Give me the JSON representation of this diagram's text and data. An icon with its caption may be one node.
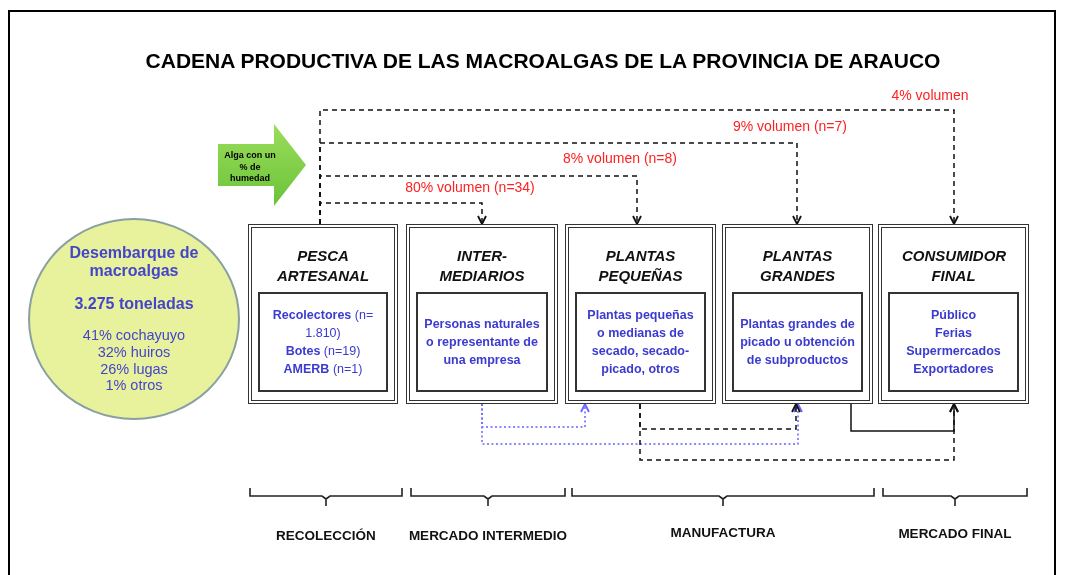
{
  "diagram": {
    "title": "CADENA PRODUCTIVA DE LAS MACROALGAS DE LA PROVINCIA DE ARAUCO",
    "nodes": [
      {
        "text": [
          "Desembarque de macroalgas",
          "3.275 toneladas",
          "41% cochayuyo",
          "32% huiros",
          "26% lugas",
          "1% otros"
        ]
      },
      {
        "text": [
          "Alga con un % de humedad"
        ]
      },
      {
        "text": [
          "PESCA ARTESANAL"
        ]
      },
      {
        "text": [
          "**Recolectores** (n= 1.810)",
          "**Botes** (n=19)",
          "**AMERB** (n=1)"
        ],
        "in": 2
      },
      {
        "text": [
          "INTER- MEDIARIOS"
        ]
      },
      {
        "text": [
          "Personas naturales o representante de una empresa"
        ],
        "in": 4
      },
      {
        "text": [
          "PLANTAS PEQUEÑAS"
        ]
      },
      {
        "text": [
          "Plantas pequeñas o medianas de secado, secado- picado, otros"
        ],
        "in": 6
      },
      {
        "text": [
          "PLANTAS GRANDES"
        ]
      },
      {
        "text": [
          "Plantas grandes de picado u obtención de subproductos"
        ],
        "in": 8
      },
      {
        "text": [
          "CONSUMIDOR FINAL"
        ]
      },
      {
        "text": [
          "Público",
          "Ferias",
          "Supermercados",
          "Exportadores"
        ],
        "in": 10
      }
    ],
    "edges": [
      {
        "from": 2,
        "to": 4,
        "arrow": "to",
        "label": "80% volumen (n=34)",
        "style": "dashed"
      },
      {
        "from": 2,
        "to": 6,
        "arrow": "to",
        "label": "8% volumen (n=8)",
        "style": "dashed"
      },
      {
        "from": 2,
        "to": 8,
        "arrow": "to",
        "label": "9% volumen (n=7)",
        "style": "dashed"
      },
      {
        "from": 2,
        "to": 10,
        "arrow": "to",
        "label": "4% volumen",
        "style": "dashed"
      },
      {
        "from": 4,
        "to": 6,
        "arrow": "to",
        "style": "dashed",
        "color": "#6666ff"
      },
      {
        "from": 4,
        "to": 8,
        "arrow": "to",
        "style": "dashed",
        "color": "#6666ff"
      },
      {
        "from": 6,
        "to": 8,
        "arrow": "to",
        "style": "dashed"
      },
      {
        "from": 6,
        "to": 10,
        "arrow": "to",
        "style": "dashed"
      },
      {
        "from": 8,
        "to": 10,
        "arrow": "to"
      }
    ],
    "labels": [
      "RECOLECCIÓN",
      "MERCADO INTERMEDIO",
      "MANUFACTURA",
      "MERCADO FINAL"
    ]
  }
}
